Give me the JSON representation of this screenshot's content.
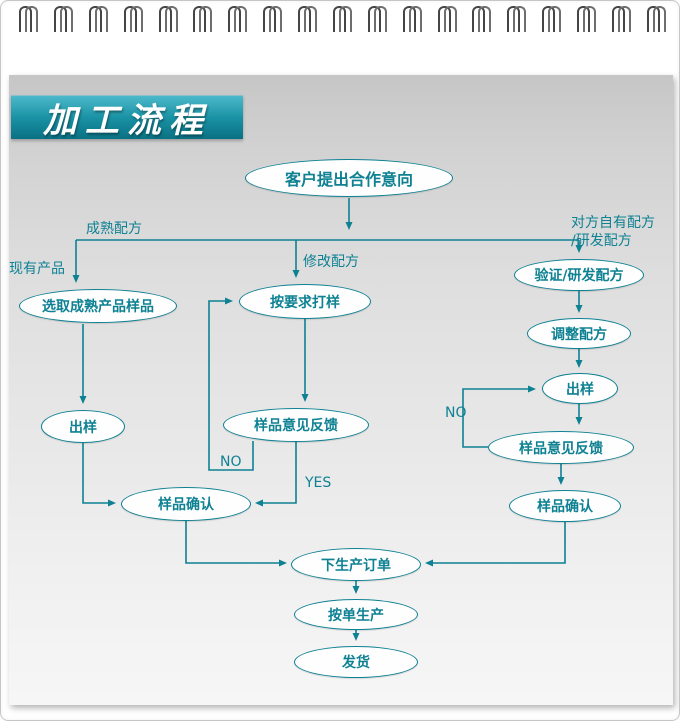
{
  "page": {
    "title": "加工流程"
  },
  "colors": {
    "accent": "#0e8193",
    "banner_top": "#4cb9ca",
    "banner_bottom": "#0a7183",
    "title_text": "#ffffff"
  },
  "flowchart": {
    "nodes": {
      "start": "客户提出合作意向",
      "select_sample": "选取成熟产品样品",
      "left_sample_out": "出样",
      "left_confirm": "样品确认",
      "make_sample": "按要求打样",
      "mid_feedback": "样品意见反馈",
      "verify_formula": "验证/研发配方",
      "adjust_formula": "调整配方",
      "right_sample_out": "出样",
      "right_feedback": "样品意见反馈",
      "right_confirm": "样品确认",
      "production_order": "下生产订单",
      "produce": "按单生产",
      "ship": "发货"
    },
    "labels": {
      "mature_formula": "成熟配方",
      "existing_product": "现有产品",
      "modify_formula": "修改配方",
      "own_formula_line1": "对方自有配方",
      "own_formula_line2": "/研发配方",
      "no_mid": "NO",
      "yes_mid": "YES",
      "no_right": "NO"
    }
  }
}
